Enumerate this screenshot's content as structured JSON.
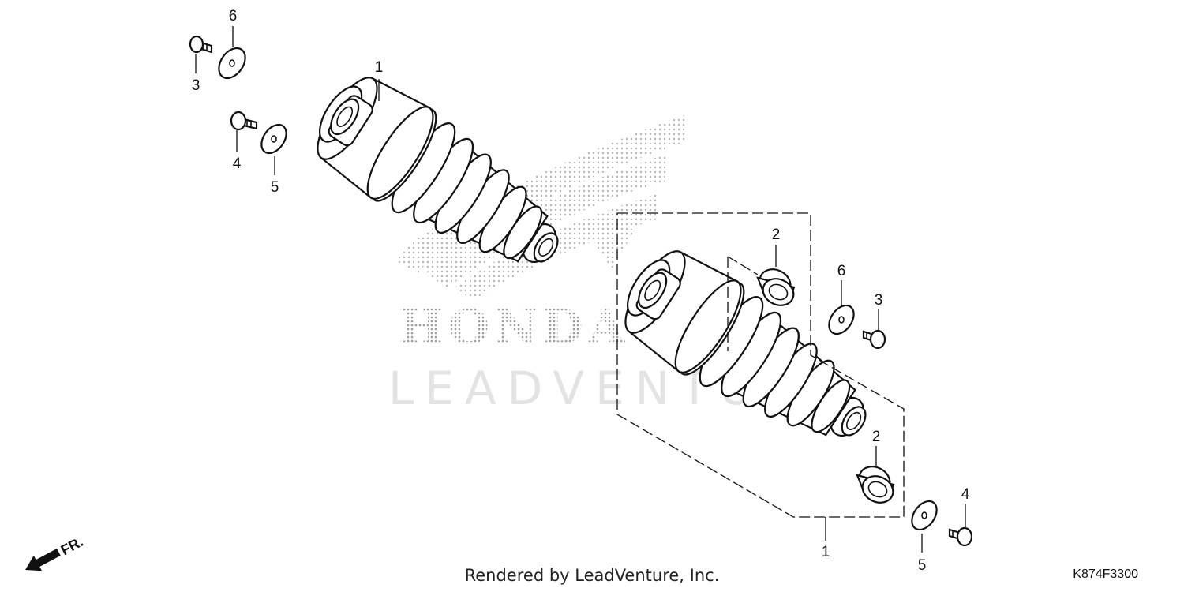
{
  "watermark": {
    "brand": "HONDA",
    "text": "LEADVENTURE"
  },
  "callouts": {
    "left_shock": "1",
    "left_bolt_top": "3",
    "left_washer_top": "6",
    "left_bolt_bottom": "4",
    "left_washer_bottom": "5",
    "right_shock": "1",
    "right_bushing_top": "2",
    "right_bushing_bottom": "2",
    "right_washer_top": "6",
    "right_bolt_top": "3",
    "right_washer_bottom": "5",
    "right_bolt_bottom": "4"
  },
  "direction_label": "FR.",
  "footer": "Rendered by LeadVenture, Inc.",
  "diagram_code": "K874F3300",
  "colors": {
    "ink": "#111111",
    "watermark": "#e3e3e3",
    "halftone": "#b5b5b5"
  }
}
